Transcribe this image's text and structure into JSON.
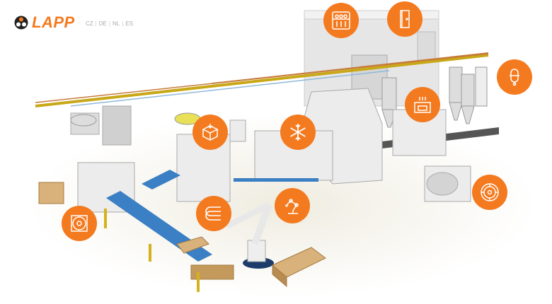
{
  "brand": {
    "name": "LAPP",
    "accent": "#f47a1f"
  },
  "languages": [
    {
      "code": "CZ"
    },
    {
      "code": "DE"
    },
    {
      "code": "NL"
    },
    {
      "code": "ES"
    }
  ],
  "hotspots": [
    {
      "icon": "control-panel-icon"
    },
    {
      "icon": "cabinet-icon"
    },
    {
      "icon": "sensor-icon"
    },
    {
      "icon": "oven-icon"
    },
    {
      "icon": "box-icon"
    },
    {
      "icon": "snowflake-icon"
    },
    {
      "icon": "wheel-icon"
    },
    {
      "icon": "robot-arm-icon"
    },
    {
      "icon": "cable-chain-icon"
    },
    {
      "icon": "cable-drum-icon"
    }
  ]
}
